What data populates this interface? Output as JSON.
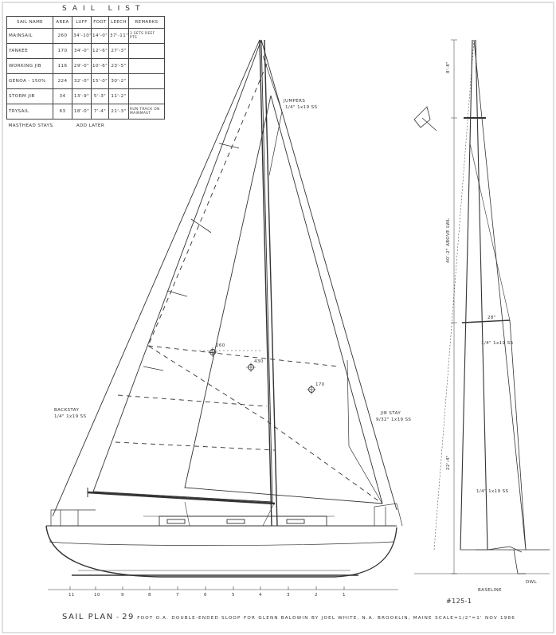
{
  "sail_list": {
    "title": "SAIL LIST",
    "headers": [
      "SAIL NAME",
      "AREA",
      "LUFF",
      "FOOT",
      "LEECH",
      "REMARKS"
    ],
    "rows": [
      {
        "name": "MAINSAIL",
        "area": "260",
        "luff": "34'-10\"",
        "foot": "14'-0\"",
        "leech": "37'-11\"",
        "remarks": "3 SETS REEF PTS"
      },
      {
        "name": "YANKEE",
        "area": "170",
        "luff": "34'-0\"",
        "foot": "12'-6\"",
        "leech": "27'-3\"",
        "remarks": ""
      },
      {
        "name": "WORKING JIB",
        "area": "116",
        "luff": "29'-0\"",
        "foot": "10'-6\"",
        "leech": "23'-5\"",
        "remarks": ""
      },
      {
        "name": "GENOA - 150%",
        "area": "224",
        "luff": "32'-0\"",
        "foot": "15'-0\"",
        "leech": "30'-2\"",
        "remarks": ""
      },
      {
        "name": "STORM JIB",
        "area": "34",
        "luff": "13'-9\"",
        "foot": "5'-3\"",
        "leech": "11'-2\"",
        "remarks": ""
      },
      {
        "name": "TRYSAIL",
        "area": "63",
        "luff": "18'-0\"",
        "foot": "7'-4\"",
        "leech": "21'-3\"",
        "remarks": "RUN TRACK ON MAINMAST"
      }
    ],
    "footer": {
      "name": "MASTHEAD STAYSAIL",
      "area": "",
      "note": "ADD LATER"
    }
  },
  "annotations": {
    "jumpers": "JUMPERS",
    "jumpers_size": "1/4\" 1x19 SS",
    "backstay": "BACKSTAY",
    "backstay_size": "1/4\" 1x19 SS",
    "jib_stay": "JIB STAY",
    "jib_stay_size": "9/32\" 1x19 SS",
    "area_260": "260",
    "area_430": "430",
    "area_170": "170",
    "dim_upper": "8'-8\"",
    "dim_mid": "40'-2\" ABOVE LWL",
    "dim_lower": "22'-4\"",
    "dim_spreader": "28\"",
    "shroud_upper": "1/4\" 1x19 SS",
    "shroud_lower": "1/4\" 1x19 SS",
    "station_marks": [
      "11",
      "10",
      "9",
      "8",
      "7",
      "6",
      "5",
      "4",
      "3",
      "2",
      "1"
    ],
    "lwl": "DWL",
    "base_mark": "BASELINE"
  },
  "title_block": {
    "title": "SAIL PLAN",
    "dash": "-",
    "length": "29",
    "length_unit": "FOOT",
    "oa": "O.A.",
    "description": "DOUBLE-ENDED SLOOP",
    "for": "FOR",
    "client": "GLENN BALDWIN",
    "by": "BY",
    "designer": "JOEL WHITE, N.A.",
    "location": "BROOKLIN, MAINE",
    "scale": "SCALE=1/2\"=1'",
    "date": "NOV 1986",
    "drawing_no": "#125-1"
  },
  "colors": {
    "ink": "#333333",
    "paper": "#ffffff"
  }
}
